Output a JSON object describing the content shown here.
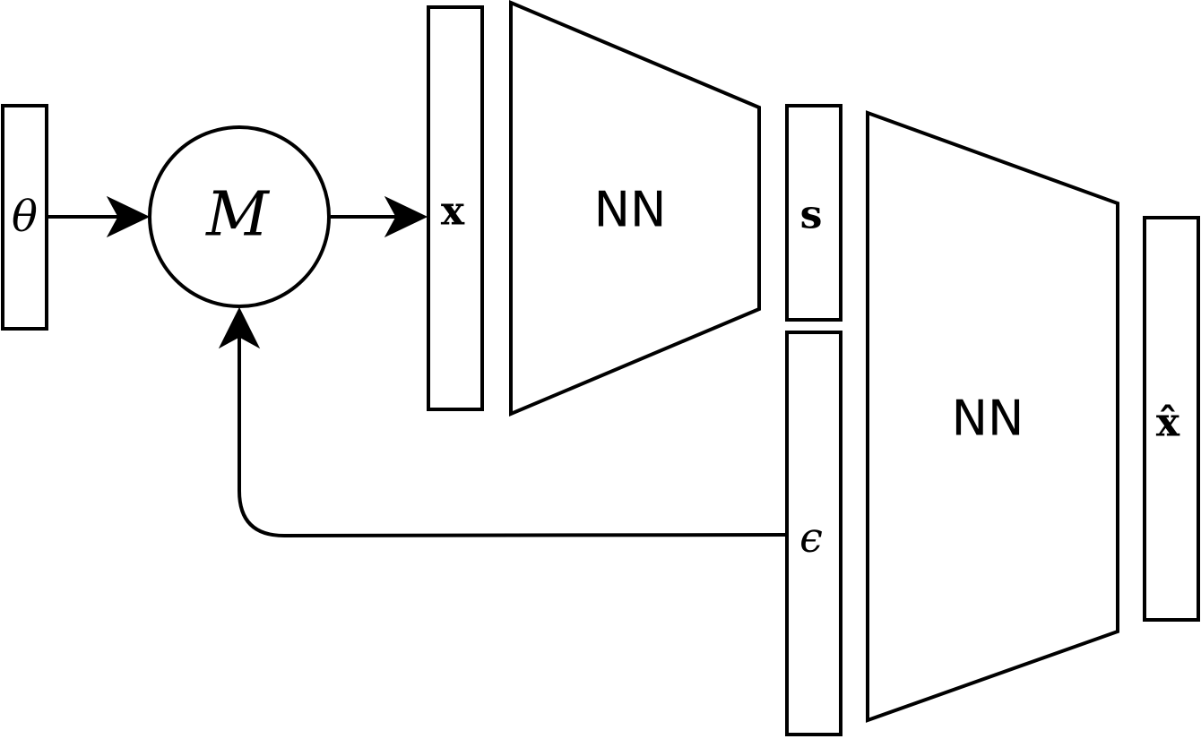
{
  "diagram": {
    "nodes": {
      "theta": {
        "label": "θ"
      },
      "model": {
        "label": "M"
      },
      "x": {
        "label": "x"
      },
      "encoder": {
        "label": "NN"
      },
      "s": {
        "label": "s"
      },
      "epsilon": {
        "label": "ϵ"
      },
      "decoder": {
        "label": "NN"
      },
      "x_hat": {
        "label": "x̂"
      }
    },
    "edges": [
      {
        "from": "theta",
        "to": "model"
      },
      {
        "from": "model",
        "to": "x"
      },
      {
        "from": "epsilon",
        "to": "model"
      }
    ]
  }
}
